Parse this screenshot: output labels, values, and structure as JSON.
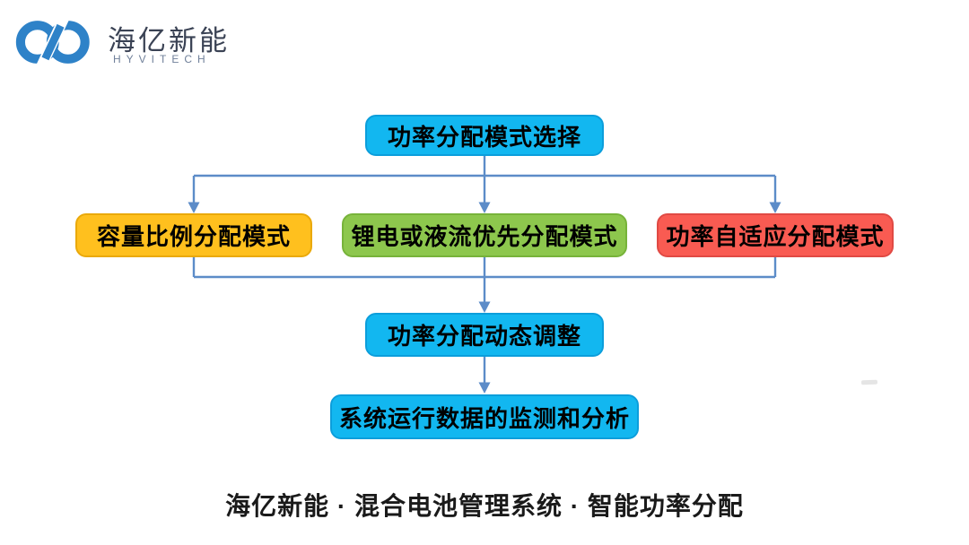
{
  "brand": {
    "name_cn": "海亿新能",
    "name_en": "HYVITECH",
    "icon_color": "#2e82c8",
    "cn_color": "#3a4254",
    "en_color": "#70809a"
  },
  "flowchart": {
    "connector_color": "#5c8cc8",
    "text_color": "#000000",
    "root": {
      "label": "功率分配模式选择",
      "fill": "#12b7f0",
      "border": "#0c9edb"
    },
    "modes": [
      {
        "id": "capacity-ratio",
        "label": "容量比例分配模式",
        "fill": "#ffc01e",
        "border": "#eaa90a"
      },
      {
        "id": "chemistry-priority",
        "label": "锂电或液流优先分配模式",
        "fill": "#8dc74d",
        "border": "#77b33a"
      },
      {
        "id": "power-adaptive",
        "label": "功率自适应分配模式",
        "fill": "#f95b52",
        "border": "#e04a44"
      }
    ],
    "dynamic_adjust": {
      "label": "功率分配动态调整",
      "fill": "#12b7f0",
      "border": "#0c9edb"
    },
    "monitoring": {
      "label": "系统运行数据的监测和分析",
      "fill": "#12b7f0",
      "border": "#0c9edb"
    }
  },
  "caption": "海亿新能 · 混合电池管理系统 · 智能功率分配"
}
